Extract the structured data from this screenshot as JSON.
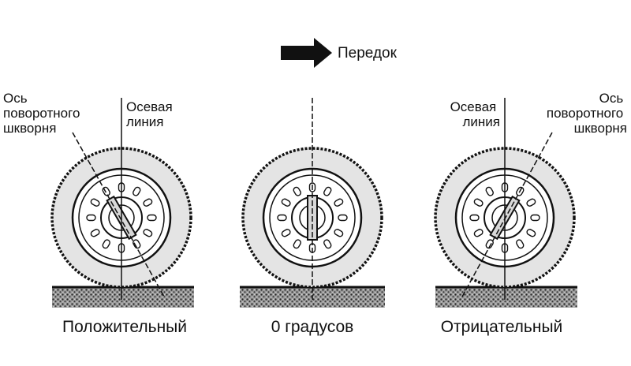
{
  "front": {
    "label": "Передок"
  },
  "wheels": [
    {
      "id": "positive",
      "caption": "Положительный",
      "pin_label": [
        "Ось",
        "поворотного",
        "шкворня"
      ],
      "center_label": [
        "Осевая",
        "линия"
      ]
    },
    {
      "id": "zero",
      "caption": "0 градусов"
    },
    {
      "id": "negative",
      "caption": "Отрицательный",
      "pin_label": [
        "Ось",
        "поворотного",
        "шкворня"
      ],
      "center_label": [
        "Осевая",
        "линия"
      ]
    }
  ],
  "colors": {
    "ink": "#111111",
    "ground": "#6e6e6e",
    "background": "#ffffff"
  }
}
